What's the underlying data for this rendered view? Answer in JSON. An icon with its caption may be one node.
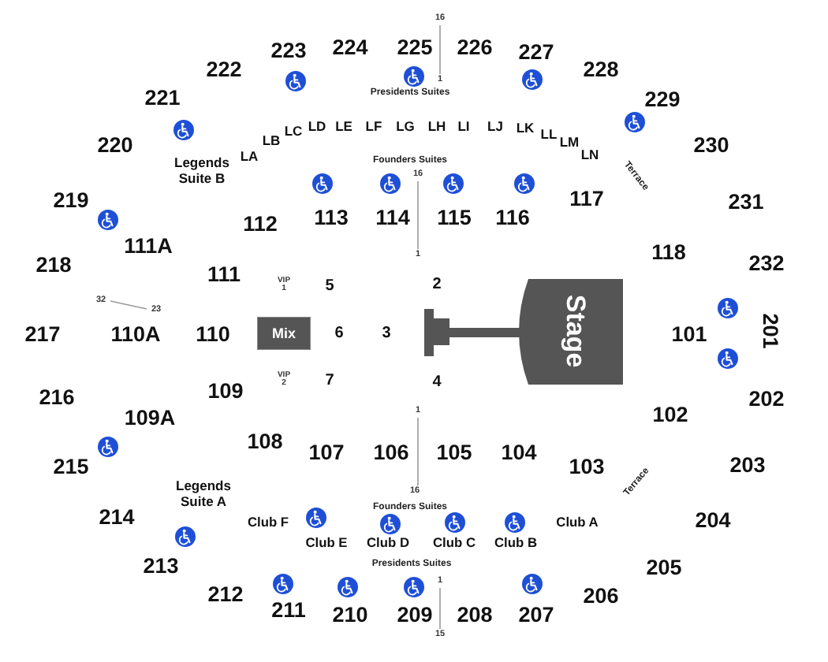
{
  "diagram": {
    "nodes": [
      {
        "text": [
          "Stage"
        ]
      },
      {
        "text": [
          "Mix"
        ]
      }
    ],
    "labels": [
      "16",
      "222",
      "223",
      "224",
      "225",
      "226",
      "227",
      "228",
      "1",
      "221",
      "Presidents Suites",
      "229",
      "220",
      "LA",
      "LB",
      "LC",
      "LD",
      "LE",
      "LF",
      "LG",
      "LH",
      "LI",
      "LJ",
      "LK",
      "LL",
      "LM",
      "LN",
      "230",
      "Legends Suite B",
      "Founders Suites",
      "16",
      "219",
      "117",
      "Terrace",
      "231",
      "112",
      "113",
      "114",
      "115",
      "116",
      "111A",
      "1",
      "118",
      "218",
      "232",
      "111",
      "VIP 1",
      "5",
      "2",
      "32",
      "23",
      "217",
      "110A",
      "110",
      "6",
      "3",
      "101",
      "201",
      "VIP 2",
      "7",
      "4",
      "216",
      "109",
      "202",
      "109A",
      "1",
      "102",
      "108",
      "107",
      "106",
      "105",
      "104",
      "215",
      "103",
      "Terrace",
      "203",
      "Legends Suite A",
      "16",
      "214",
      "Club F",
      "Founders Suites",
      "Club A",
      "204",
      "Club E",
      "Club D",
      "Club C",
      "Club B",
      "213",
      "Presidents Suites",
      "205",
      "212",
      "1",
      "211",
      "210",
      "209",
      "208",
      "207",
      "206",
      "15"
    ]
  }
}
